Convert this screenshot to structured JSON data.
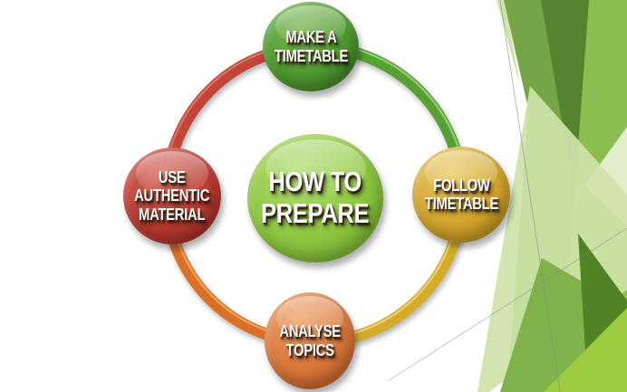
{
  "slide": {
    "diagram": {
      "center": {
        "label": "HOW TO PREPARE",
        "lines": [
          "HOW TO",
          "PREPARE"
        ]
      },
      "nodes": {
        "top": {
          "label": "MAKE A TIMETABLE",
          "lines": [
            "MAKE A",
            "TIMETABLE"
          ]
        },
        "right": {
          "label": "FOLLOW TIMETABLE",
          "lines": [
            "FOLLOW",
            "TIMETABLE"
          ]
        },
        "bottom": {
          "label": "ANALYSE TOPICS",
          "lines": [
            "ANALYSE",
            "TOPICS"
          ]
        },
        "left": {
          "label": "USE AUTHENTIC MATERIAL",
          "lines": [
            "USE",
            "AUTHENTIC",
            "MATERIAL"
          ]
        }
      }
    },
    "colors": {
      "center_fill": "#8cc63f",
      "node_top_fill": "#4f9a30",
      "node_right_fill": "#d2a42c",
      "node_bottom_fill": "#d9773a",
      "node_left_fill": "#b93a30",
      "ring_red": "#c2453a",
      "ring_green": "#57a033",
      "ring_gold": "#d5ab2e",
      "ring_orange": "#d8702a",
      "ring_red_hi": "#e08173",
      "ring_green_hi": "#a8d68a",
      "ring_gold_hi": "#f0d97e",
      "ring_orange_hi": "#f4b26a",
      "theme_pale_sliver": "#cfe3ab",
      "theme_medium": "#75a548",
      "theme_dark_top": "#57822f",
      "theme_bright_right": "#8cbd50",
      "theme_light_band": "#cee3a9",
      "theme_pale_edge": "#e2eecb",
      "theme_medium_bottom": "#7fb24a",
      "theme_dark_bottom": "#4f8326",
      "theme_bright_corner": "#9ccb3f",
      "text_color": "#ffffff"
    }
  }
}
